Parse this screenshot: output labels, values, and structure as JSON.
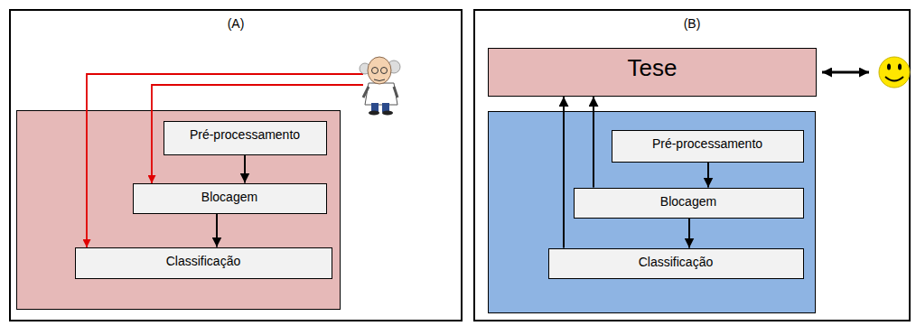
{
  "diagram": {
    "nodes": [
      {
        "text": [
          "(A)"
        ]
      },
      {
        "text": [],
        "in": 0
      },
      {
        "text": [
          "Pré-processamento"
        ],
        "in": 1
      },
      {
        "text": [
          "Blocagem"
        ],
        "in": 1
      },
      {
        "text": [
          "Classificação"
        ],
        "in": 1
      },
      {
        "text": [
          "(B)"
        ]
      },
      {
        "text": [
          "Tese"
        ],
        "in": 5
      },
      {
        "text": [],
        "in": 5
      },
      {
        "text": [
          "Pré-processamento"
        ],
        "in": 7
      },
      {
        "text": [
          "Blocagem"
        ],
        "in": 7
      },
      {
        "text": [
          "Classificação"
        ],
        "in": 7
      }
    ],
    "edges": [
      {
        "from": 2,
        "to": 3,
        "arrow": "to"
      },
      {
        "from": 3,
        "to": 4,
        "arrow": "to"
      },
      {
        "from": 8,
        "to": 9,
        "arrow": "to"
      },
      {
        "from": 9,
        "to": 10,
        "arrow": "to"
      },
      {
        "from": 10,
        "to": 6,
        "arrow": "to"
      },
      {
        "from": 9,
        "to": 6,
        "arrow": "to"
      }
    ]
  }
}
